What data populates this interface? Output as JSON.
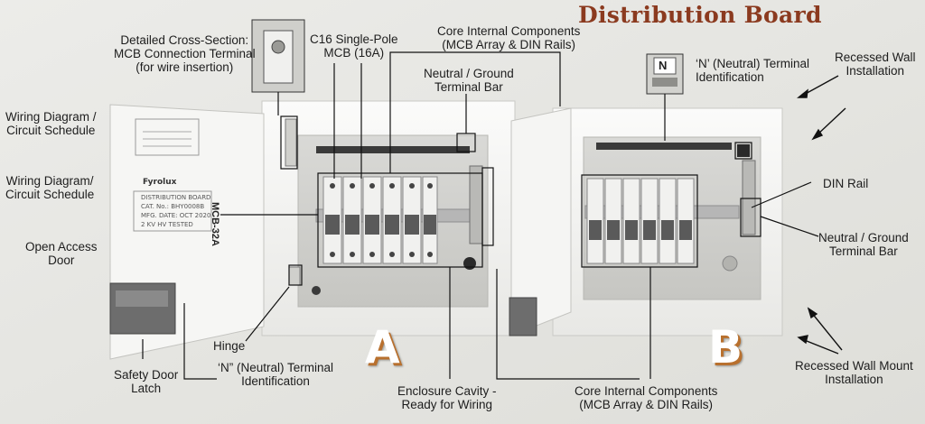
{
  "title": "Distribution Board",
  "board_a": {
    "letter": "A"
  },
  "board_b": {
    "letter": "B"
  },
  "labels": {
    "cross_section": [
      "Detailed Cross-Section:",
      "MCB Connection Terminal",
      "(for wire insertion)"
    ],
    "mcb_c16": [
      "C16 Single-Pole",
      "MCB (16A)"
    ],
    "core_top": [
      "Core Internal Components",
      "(MCB Array & DIN Rails)"
    ],
    "neutral_bar_top": [
      "Neutral / Ground",
      "Terminal Bar"
    ],
    "n_terminal_top": [
      "‘N’ (Neutral) Terminal",
      "Identification"
    ],
    "recessed_top": [
      "Recessed Wall",
      "Installation"
    ],
    "wiring_1": [
      "Wiring Diagram /",
      "Circuit Schedule"
    ],
    "wiring_2": [
      "Wiring Diagram/",
      "Circuit Schedule"
    ],
    "open_door": [
      "Open Access",
      "Door"
    ],
    "din_rail": [
      "DIN Rail"
    ],
    "neutral_bar_right": [
      "Neutral / Ground",
      "Terminal Bar"
    ],
    "hinge": [
      "Hinge"
    ],
    "n_terminal_bottom": [
      "‘N” (Neutral) Terminal",
      "Identification"
    ],
    "enclosure": [
      "Enclosure Cavity -",
      "Ready for Wiring"
    ],
    "core_bottom": [
      "Core Internal Components",
      "(MCB Array & DIN Rails)"
    ],
    "recessed_mount": [
      "Recessed Wall Mount",
      "Installation"
    ],
    "safety_latch": [
      "Safety Door",
      "Latch"
    ],
    "mcb_rating": "MCB-32A",
    "n_box": "N"
  },
  "door_label": {
    "brand": "Fyrolux",
    "lines": [
      "DISTRIBUTION BOARD",
      "CAT. No.: BHY0008B",
      "MFG. DATE: OCT 2020",
      "2 KV HV TESTED"
    ]
  },
  "colors": {
    "title": "#8b3a1f",
    "letter_shadow": "#b8702e",
    "wall": "#e9e9e6",
    "enclosure": "#f4f4f2"
  }
}
